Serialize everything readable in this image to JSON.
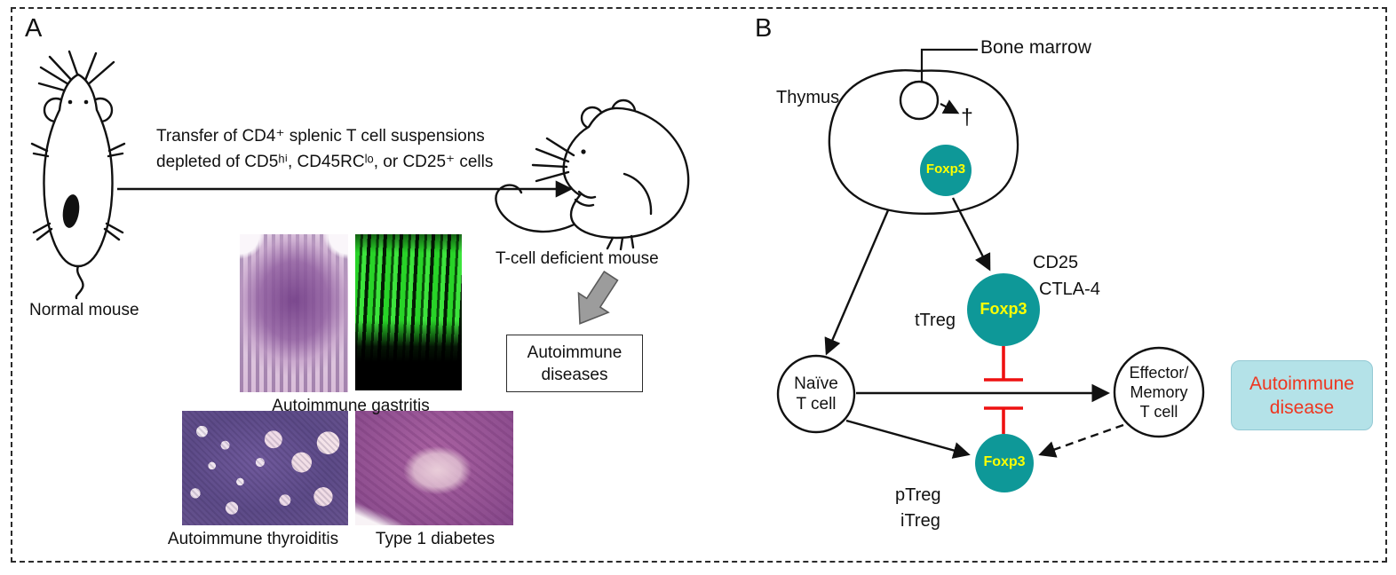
{
  "colors": {
    "teal": "#0e9898",
    "foxp3text": "#ffff00",
    "diseasebg": "#b4e2e8",
    "diseasetext": "#ee3620",
    "red": "#ee1111",
    "ink": "#111111"
  },
  "panelA": {
    "label": "A",
    "transfer": {
      "line1": "Transfer of CD4⁺ splenic T cell suspensions",
      "line2": "depleted of CD5ʰⁱ, CD45RCˡᵒ, or CD25⁺ cells"
    },
    "normal_mouse_label": "Normal mouse",
    "deficient_mouse_label": "T-cell deficient mouse",
    "outcome_box": {
      "line1": "Autoimmune",
      "line2": "diseases"
    },
    "histology": {
      "gastritis_label": "Autoimmune gastritis",
      "thyroiditis_label": "Autoimmune thyroiditis",
      "diabetes_label": "Type 1 diabetes"
    }
  },
  "panelB": {
    "label": "B",
    "bone_marrow_label": "Bone marrow",
    "thymus_label": "Thymus",
    "death_dagger": "†",
    "foxp3_label": "Foxp3",
    "ttreg_label": "tTreg",
    "cd25_label": "CD25",
    "ctla4_label": "CTLA-4",
    "naive": {
      "line1": "Naïve",
      "line2": "T cell"
    },
    "effector": {
      "line1": "Effector/",
      "line2": "Memory",
      "line3": "T cell"
    },
    "ptreg_label": "pTreg",
    "itreg_label": "iTreg",
    "disease_box": {
      "line1": "Autoimmune",
      "line2": "disease"
    }
  }
}
